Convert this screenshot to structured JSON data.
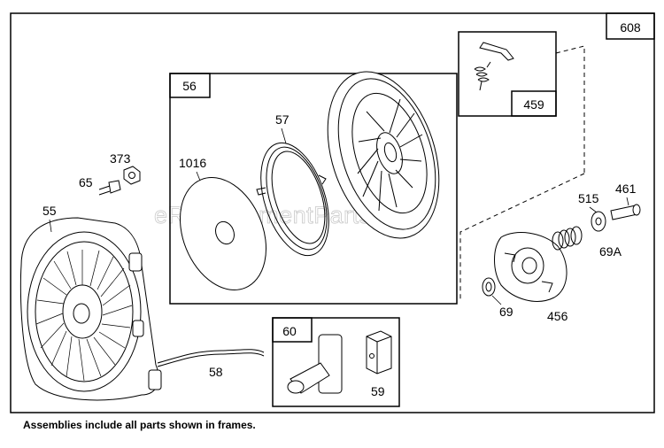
{
  "watermark": "eReplacementParts.com",
  "footnote": "Assemblies include all parts shown in frames.",
  "frames": {
    "outer": "608",
    "recoil_pulley": "56",
    "spring_kit": "459",
    "handle": "60"
  },
  "callouts": {
    "p55": "55",
    "p65": "65",
    "p373": "373",
    "p1016": "1016",
    "p57": "57",
    "p58": "58",
    "p59": "59",
    "p515": "515",
    "p461": "461",
    "p69a": "69A",
    "p69": "69",
    "p456": "456"
  }
}
